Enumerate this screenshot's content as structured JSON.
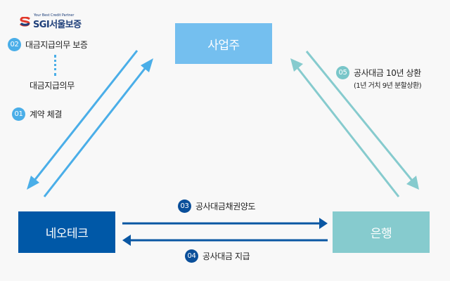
{
  "logo": {
    "tagline": "Your Best Credit Partner",
    "name": "SGI서울보증"
  },
  "entities": {
    "owner": "사업주",
    "neotech": "네오테크",
    "bank": "은행"
  },
  "steps": [
    {
      "num": "01",
      "label": "계약 체결"
    },
    {
      "num": "02",
      "label": "대금지급의무 보증"
    },
    {
      "num": "03",
      "label": "공사대금채권양도"
    },
    {
      "num": "04",
      "label": "공사대금 지급"
    },
    {
      "num": "05",
      "label": "공사대금 10년 상환",
      "sublabel": "(1년 거치 9년 분할상환)"
    }
  ],
  "obligation_label": "대금지급의무",
  "colors": {
    "owner": "#74bfef",
    "neotech": "#0058a7",
    "bank": "#86cbce",
    "arrow_light": "#4aaee8",
    "arrow_dark": "#0a57a3",
    "arrow_teal": "#86cbce"
  }
}
